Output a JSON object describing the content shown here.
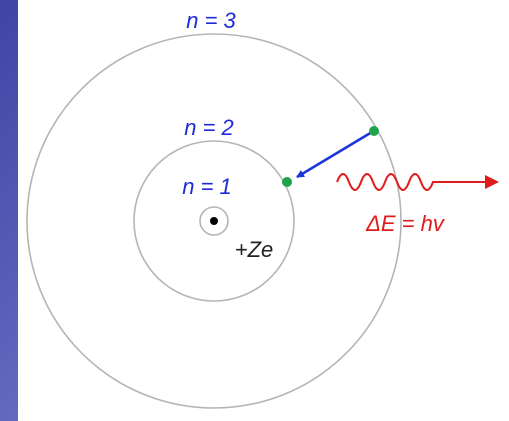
{
  "diagram": {
    "levels": [
      {
        "label": "n = 1",
        "color": "#1f2bd6"
      },
      {
        "label": "n = 2",
        "color": "#1f2bd6"
      },
      {
        "label": "n = 3",
        "color": "#1f2bd6"
      }
    ],
    "nucleus": {
      "label": "+Ze",
      "color": "#222222"
    },
    "photon": {
      "label": "ΔE = hv",
      "color": "#e01b1b"
    },
    "electron_color": "#1ea34a",
    "transition_arrow_color": "#1a35d9",
    "orbit_color": "#b5b5b5"
  }
}
